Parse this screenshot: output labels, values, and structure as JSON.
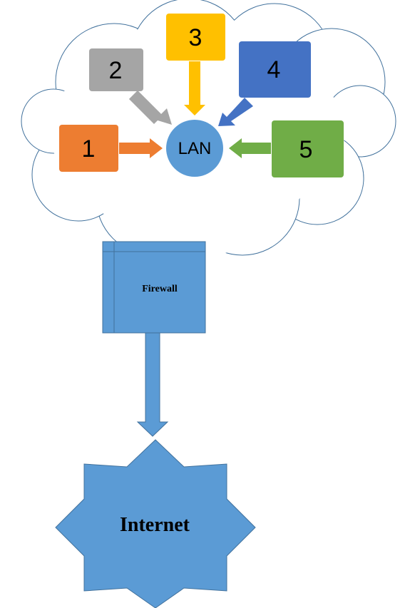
{
  "diagram": {
    "hub_label": "LAN",
    "nodes": [
      {
        "label": "1",
        "color": "#ED7D31"
      },
      {
        "label": "2",
        "color": "#A5A5A5"
      },
      {
        "label": "3",
        "color": "#FFC000"
      },
      {
        "label": "4",
        "color": "#4472C4"
      },
      {
        "label": "5",
        "color": "#70AD47"
      }
    ],
    "firewall_label": "Firewall",
    "internet_label": "Internet",
    "colors": {
      "hub": "#5B9BD5",
      "firewall": "#5B9BD5",
      "internet": "#5B9BD5",
      "cloud_stroke": "#41719C"
    }
  }
}
